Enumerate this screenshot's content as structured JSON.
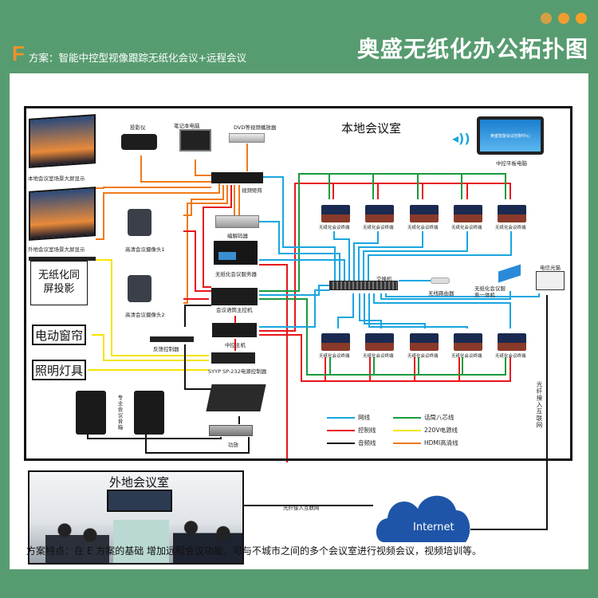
{
  "header": {
    "dot_colors": [
      "#d3a044",
      "#ef9d31",
      "#f3a02b"
    ],
    "letter": "F",
    "subtitle": "方案：智能中控型视像跟踪无纸化会议+远程会议",
    "title": "奥盛无纸化办公拓扑图"
  },
  "local_room": {
    "title": "本地会议室",
    "devices": {
      "screen_local": "本地会议室场景大屏显示",
      "screen_remote": "外地会议室场景大屏显示",
      "projector": "投影仪",
      "laptop": "笔记本电脑",
      "dvd": "DVD等视频播放器",
      "video_matrix": "视频矩阵",
      "codec": "编解码器",
      "camera1": "高清会议摄像头1",
      "camera2": "高清会议摄像头2",
      "server": "无纸化会议服务器",
      "conf_host": "会议语筒主控机",
      "central_host": "中控主机",
      "feedback_ctrl": "反馈控制器",
      "power_ctrl": "SYYP SP-232电源控制器",
      "amplifier": "功放",
      "speakers": "专业会议音箱",
      "switch": "交换机",
      "router": "无线路由器",
      "kiosk": "无纸化会议服务一体机",
      "optical_modem": "电信光猫",
      "tablet": "中控平板电脑",
      "tablet_screen": "奥盛智能会议控制中心",
      "terminal": "无纸化会议终端"
    },
    "boxes": {
      "projection": "无纸化同屏投影",
      "curtain": "电动窗帘",
      "lighting": "照明灯具"
    },
    "fiber_label_vertical": "光纤接入互联网"
  },
  "legend": [
    {
      "label": "网线",
      "color": "#1aa6e0"
    },
    {
      "label": "话筒八芯线",
      "color": "#1a9a3c"
    },
    {
      "label": "控制线",
      "color": "#e8161b"
    },
    {
      "label": "220V电源线",
      "color": "#f5e400"
    },
    {
      "label": "音频线",
      "color": "#111111"
    },
    {
      "label": "HDMI高清线",
      "color": "#f07a18"
    }
  ],
  "remote_room": {
    "title": "外地会议室",
    "link_label": "光纤接入互联网"
  },
  "internet": {
    "label": "Internet",
    "color": "#1f55a8"
  },
  "footer": {
    "text": "方案特点：在 E 方案的基础 增加远程会议功能，可与不城市之间的多个会议室进行视频会议，视频培训等。"
  }
}
